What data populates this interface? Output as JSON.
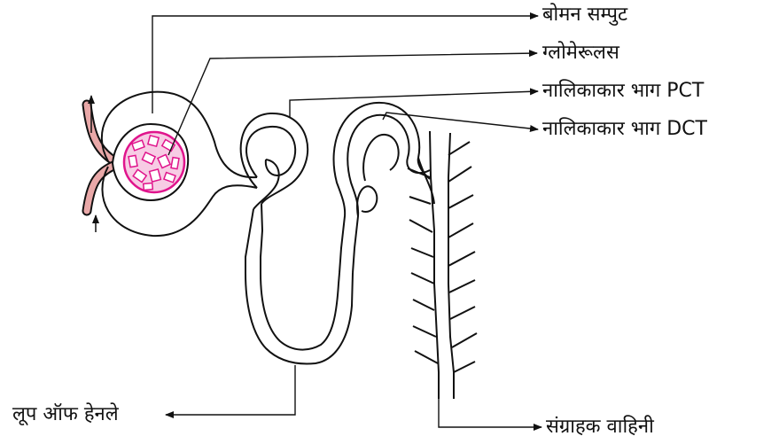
{
  "labels": {
    "bowman_capsule": "बोमन सम्पुट",
    "glomerulus": "ग्लोमेरूलस",
    "pct": "नालिकाकार भाग PCT",
    "dct": "नालिकाकार भाग DCT",
    "loop_of_henle": "लूप ऑफ हेनले",
    "collecting_duct": "संग्राहक वाहिनी"
  },
  "colors": {
    "line": "#111111",
    "glomerulus": "#e0148c",
    "glomerulus_fill": "#f7cce4",
    "arteriole": "#e9a8a8"
  }
}
